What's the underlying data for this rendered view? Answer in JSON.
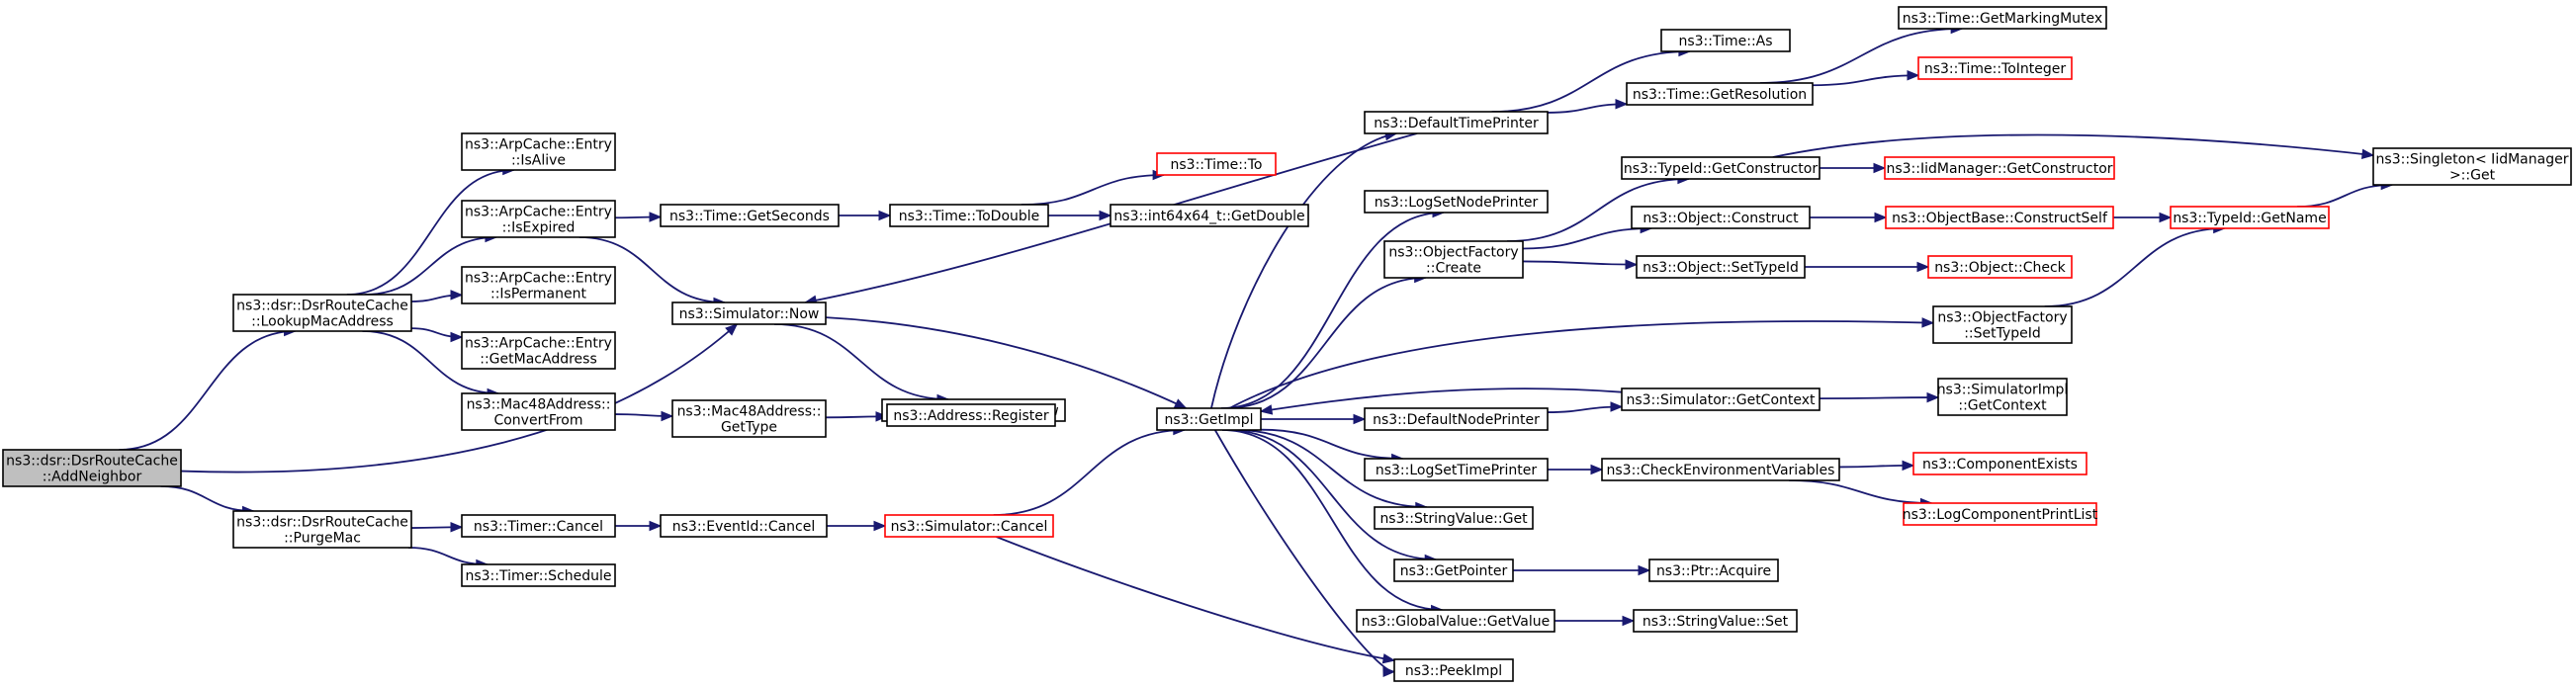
{
  "nodes": [
    {
      "id": "add_neighbor",
      "lines": [
        "ns3::dsr::DsrRouteCache",
        "::AddNeighbor"
      ],
      "style": "root"
    },
    {
      "id": "lookup_mac",
      "lines": [
        "ns3::dsr::DsrRouteCache",
        "::LookupMacAddress"
      ],
      "style": "normal"
    },
    {
      "id": "purge_mac",
      "lines": [
        "ns3::dsr::DsrRouteCache",
        "::PurgeMac"
      ],
      "style": "normal"
    },
    {
      "id": "arp_isalive",
      "lines": [
        "ns3::ArpCache::Entry",
        "::IsAlive"
      ],
      "style": "normal"
    },
    {
      "id": "arp_isexpired",
      "lines": [
        "ns3::ArpCache::Entry",
        "::IsExpired"
      ],
      "style": "normal"
    },
    {
      "id": "arp_ispermanent",
      "lines": [
        "ns3::ArpCache::Entry",
        "::IsPermanent"
      ],
      "style": "normal"
    },
    {
      "id": "arp_getmac",
      "lines": [
        "ns3::ArpCache::Entry",
        "::GetMacAddress"
      ],
      "style": "normal"
    },
    {
      "id": "mac48_convertfrom",
      "lines": [
        "ns3::Mac48Address::",
        "ConvertFrom"
      ],
      "style": "normal"
    },
    {
      "id": "timer_cancel",
      "lines": [
        "ns3::Timer::Cancel"
      ],
      "style": "normal"
    },
    {
      "id": "timer_schedule",
      "lines": [
        "ns3::Timer::Schedule"
      ],
      "style": "normal"
    },
    {
      "id": "time_getseconds",
      "lines": [
        "ns3::Time::GetSeconds"
      ],
      "style": "normal"
    },
    {
      "id": "sim_now",
      "lines": [
        "ns3::Simulator::Now"
      ],
      "style": "normal"
    },
    {
      "id": "mac48_gettype",
      "lines": [
        "ns3::Mac48Address::",
        "GetType"
      ],
      "style": "normal"
    },
    {
      "id": "eventid_cancel",
      "lines": [
        "ns3::EventId::Cancel"
      ],
      "style": "normal"
    },
    {
      "id": "time_todouble",
      "lines": [
        "ns3::Time::ToDouble"
      ],
      "style": "normal"
    },
    {
      "id": "simimpl_now",
      "lines": [
        "ns3::SimulatorImpl::Now"
      ],
      "style": "normal"
    },
    {
      "id": "address_register",
      "lines": [
        "ns3::Address::Register"
      ],
      "style": "normal"
    },
    {
      "id": "sim_cancel",
      "lines": [
        "ns3::Simulator::Cancel"
      ],
      "style": "red"
    },
    {
      "id": "time_to",
      "lines": [
        "ns3::Time::To"
      ],
      "style": "red"
    },
    {
      "id": "int64_getdouble",
      "lines": [
        "ns3::int64x64_t::GetDouble"
      ],
      "style": "normal"
    },
    {
      "id": "getimpl",
      "lines": [
        "ns3::GetImpl"
      ],
      "style": "normal"
    },
    {
      "id": "default_time_printer",
      "lines": [
        "ns3::DefaultTimePrinter"
      ],
      "style": "normal"
    },
    {
      "id": "log_set_node_printer",
      "lines": [
        "ns3::LogSetNodePrinter"
      ],
      "style": "normal"
    },
    {
      "id": "objfactory_create",
      "lines": [
        "ns3::ObjectFactory",
        "::Create"
      ],
      "style": "normal"
    },
    {
      "id": "default_node_printer",
      "lines": [
        "ns3::DefaultNodePrinter"
      ],
      "style": "normal"
    },
    {
      "id": "log_set_time_printer",
      "lines": [
        "ns3::LogSetTimePrinter"
      ],
      "style": "normal"
    },
    {
      "id": "stringvalue_get",
      "lines": [
        "ns3::StringValue::Get"
      ],
      "style": "normal"
    },
    {
      "id": "getpointer",
      "lines": [
        "ns3::GetPointer"
      ],
      "style": "normal"
    },
    {
      "id": "globalvalue_getvalue",
      "lines": [
        "ns3::GlobalValue::GetValue"
      ],
      "style": "normal"
    },
    {
      "id": "peekimpl",
      "lines": [
        "ns3::PeekImpl"
      ],
      "style": "normal"
    },
    {
      "id": "time_as",
      "lines": [
        "ns3::Time::As"
      ],
      "style": "normal"
    },
    {
      "id": "time_getresolution",
      "lines": [
        "ns3::Time::GetResolution"
      ],
      "style": "normal"
    },
    {
      "id": "typeid_getconstructor",
      "lines": [
        "ns3::TypeId::GetConstructor"
      ],
      "style": "normal"
    },
    {
      "id": "object_construct",
      "lines": [
        "ns3::Object::Construct"
      ],
      "style": "normal"
    },
    {
      "id": "object_settypeid",
      "lines": [
        "ns3::Object::SetTypeId"
      ],
      "style": "normal"
    },
    {
      "id": "objfactory_settypeid",
      "lines": [
        "ns3::ObjectFactory",
        "::SetTypeId"
      ],
      "style": "normal"
    },
    {
      "id": "sim_getcontext",
      "lines": [
        "ns3::Simulator::GetContext"
      ],
      "style": "normal"
    },
    {
      "id": "check_env_vars",
      "lines": [
        "ns3::CheckEnvironmentVariables"
      ],
      "style": "normal"
    },
    {
      "id": "ptr_acquire",
      "lines": [
        "ns3::Ptr::Acquire"
      ],
      "style": "normal"
    },
    {
      "id": "stringvalue_set",
      "lines": [
        "ns3::StringValue::Set"
      ],
      "style": "normal"
    },
    {
      "id": "time_getmarkingmutex",
      "lines": [
        "ns3::Time::GetMarkingMutex"
      ],
      "style": "normal"
    },
    {
      "id": "time_tointeger",
      "lines": [
        "ns3::Time::ToInteger"
      ],
      "style": "red"
    },
    {
      "id": "iidmanager_getconstructor",
      "lines": [
        "ns3::IidManager::GetConstructor"
      ],
      "style": "red"
    },
    {
      "id": "objectbase_constructself",
      "lines": [
        "ns3::ObjectBase::ConstructSelf"
      ],
      "style": "red"
    },
    {
      "id": "object_check",
      "lines": [
        "ns3::Object::Check"
      ],
      "style": "red"
    },
    {
      "id": "simimpl_getcontext",
      "lines": [
        "ns3::SimulatorImpl",
        "::GetContext"
      ],
      "style": "normal"
    },
    {
      "id": "component_exists",
      "lines": [
        "ns3::ComponentExists"
      ],
      "style": "red"
    },
    {
      "id": "log_component_printlist",
      "lines": [
        "ns3::LogComponentPrintList"
      ],
      "style": "red"
    },
    {
      "id": "typeid_getname",
      "lines": [
        "ns3::TypeId::GetName"
      ],
      "style": "red"
    },
    {
      "id": "singleton_get",
      "lines": [
        "ns3::Singleton< IidManager",
        " >::Get"
      ],
      "style": "normal"
    }
  ],
  "edges": [
    [
      "add_neighbor",
      "lookup_mac"
    ],
    [
      "add_neighbor",
      "sim_now"
    ],
    [
      "add_neighbor",
      "purge_mac"
    ],
    [
      "lookup_mac",
      "arp_isalive"
    ],
    [
      "lookup_mac",
      "arp_isexpired"
    ],
    [
      "lookup_mac",
      "arp_ispermanent"
    ],
    [
      "lookup_mac",
      "arp_getmac"
    ],
    [
      "lookup_mac",
      "mac48_convertfrom"
    ],
    [
      "purge_mac",
      "timer_cancel"
    ],
    [
      "purge_mac",
      "timer_schedule"
    ],
    [
      "arp_isexpired",
      "time_getseconds"
    ],
    [
      "arp_isexpired",
      "sim_now"
    ],
    [
      "mac48_convertfrom",
      "mac48_gettype"
    ],
    [
      "timer_cancel",
      "eventid_cancel"
    ],
    [
      "time_getseconds",
      "time_todouble"
    ],
    [
      "sim_now",
      "simimpl_now"
    ],
    [
      "sim_now",
      "getimpl"
    ],
    [
      "mac48_gettype",
      "address_register"
    ],
    [
      "eventid_cancel",
      "sim_cancel"
    ],
    [
      "time_todouble",
      "time_to"
    ],
    [
      "time_todouble",
      "int64_getdouble"
    ],
    [
      "sim_cancel",
      "getimpl"
    ],
    [
      "sim_cancel",
      "peekimpl"
    ],
    [
      "getimpl",
      "default_time_printer"
    ],
    [
      "getimpl",
      "log_set_node_printer"
    ],
    [
      "getimpl",
      "objfactory_create"
    ],
    [
      "getimpl",
      "objfactory_settypeid"
    ],
    [
      "getimpl",
      "default_node_printer"
    ],
    [
      "getimpl",
      "log_set_time_printer"
    ],
    [
      "getimpl",
      "stringvalue_get"
    ],
    [
      "getimpl",
      "getpointer"
    ],
    [
      "getimpl",
      "globalvalue_getvalue"
    ],
    [
      "getimpl",
      "peekimpl"
    ],
    [
      "default_time_printer",
      "sim_now"
    ],
    [
      "default_time_printer",
      "time_as"
    ],
    [
      "default_time_printer",
      "time_getresolution"
    ],
    [
      "objfactory_create",
      "typeid_getconstructor"
    ],
    [
      "objfactory_create",
      "object_construct"
    ],
    [
      "objfactory_create",
      "object_settypeid"
    ],
    [
      "default_node_printer",
      "sim_getcontext"
    ],
    [
      "sim_getcontext",
      "getimpl"
    ],
    [
      "sim_getcontext",
      "simimpl_getcontext"
    ],
    [
      "log_set_time_printer",
      "check_env_vars"
    ],
    [
      "getpointer",
      "ptr_acquire"
    ],
    [
      "globalvalue_getvalue",
      "stringvalue_set"
    ],
    [
      "time_getresolution",
      "time_getmarkingmutex"
    ],
    [
      "time_getresolution",
      "time_tointeger"
    ],
    [
      "typeid_getconstructor",
      "iidmanager_getconstructor"
    ],
    [
      "typeid_getconstructor",
      "singleton_get"
    ],
    [
      "object_construct",
      "objectbase_constructself"
    ],
    [
      "object_settypeid",
      "object_check"
    ],
    [
      "objfactory_settypeid",
      "typeid_getname"
    ],
    [
      "objectbase_constructself",
      "typeid_getname"
    ],
    [
      "check_env_vars",
      "component_exists"
    ],
    [
      "check_env_vars",
      "log_component_printlist"
    ],
    [
      "typeid_getname",
      "singleton_get"
    ]
  ],
  "colors": {
    "edge": "#191970",
    "node_border": "#000000",
    "node_border_incomplete": "#ff0000",
    "root_fill": "#bfbfbf",
    "background": "#ffffff"
  }
}
